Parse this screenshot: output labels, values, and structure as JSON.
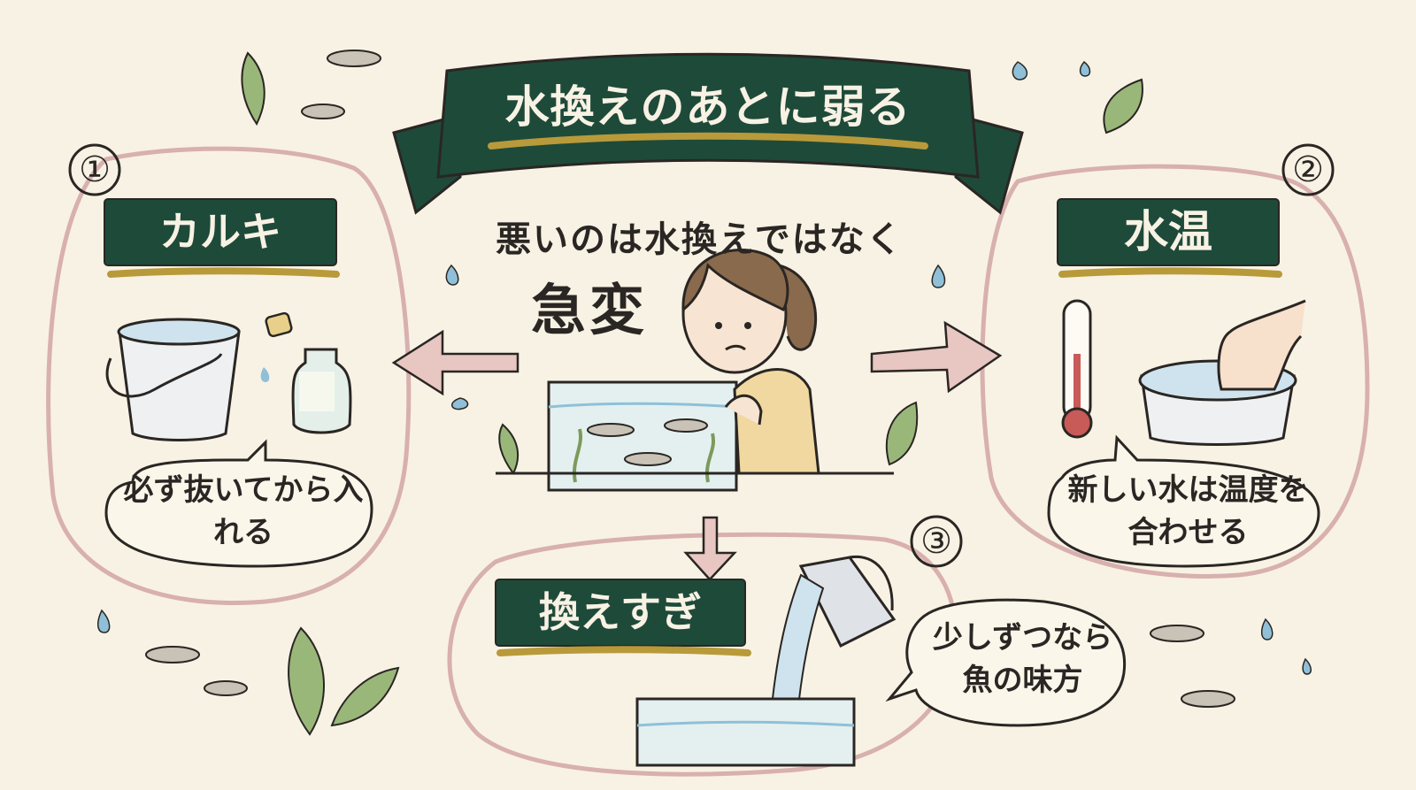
{
  "title": "水換えのあとに弱る",
  "center": {
    "subtitle": "悪いのは水換えではなく",
    "keyword": "急変"
  },
  "causes": [
    {
      "number": "①",
      "label": "カルキ",
      "tip": "必ず抜いてから入れる"
    },
    {
      "number": "②",
      "label": "水温",
      "tip": "新しい水は温度を合わせる"
    },
    {
      "number": "③",
      "label": "換えすぎ",
      "tip": "少しずつなら魚の味方"
    }
  ],
  "colors": {
    "background": "#f8f2e4",
    "banner": "#1e4a3a",
    "gold": "#b89a3a",
    "loop": "#d8b0ae",
    "leaf": "#7c9a5a",
    "water": "#8fc0d8"
  }
}
